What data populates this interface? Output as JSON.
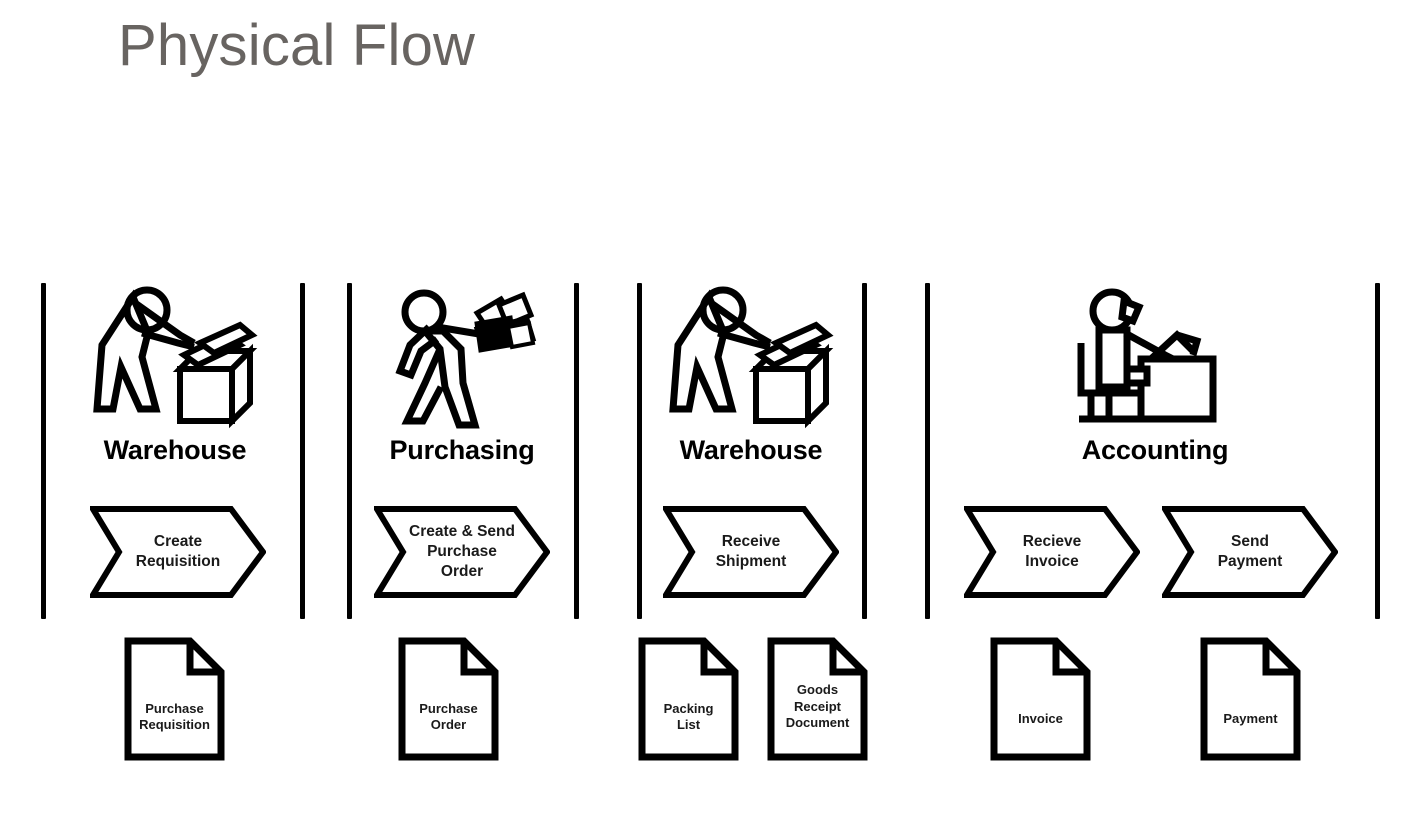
{
  "page": {
    "title": "Physical Flow",
    "title_color": "#686461",
    "background_color": "#ffffff",
    "stroke_color": "#000000"
  },
  "diagram": {
    "type": "swimlane-process-flow",
    "divider_count": 8,
    "lanes": [
      {
        "id": "warehouse-1",
        "label": "Warehouse",
        "icon": "worker-packing-box-icon",
        "steps": [
          {
            "id": "create-requisition",
            "lines": [
              "Create",
              "Requisition"
            ]
          }
        ],
        "documents": [
          {
            "id": "purchase-requisition",
            "lines": [
              "Purchase",
              "Requisition"
            ]
          }
        ]
      },
      {
        "id": "purchasing",
        "label": "Purchasing",
        "icon": "worker-carrying-papers-icon",
        "steps": [
          {
            "id": "create-send-purchase-order",
            "lines": [
              "Create & Send",
              "Purchase",
              "Order"
            ]
          }
        ],
        "documents": [
          {
            "id": "purchase-order",
            "lines": [
              "Purchase",
              "Order"
            ]
          }
        ]
      },
      {
        "id": "warehouse-2",
        "label": "Warehouse",
        "icon": "worker-packing-box-icon",
        "steps": [
          {
            "id": "receive-shipment",
            "lines": [
              "Receive",
              "Shipment"
            ]
          }
        ],
        "documents": [
          {
            "id": "packing-list",
            "lines": [
              "Packing",
              "List"
            ]
          },
          {
            "id": "goods-receipt-document",
            "lines": [
              "Goods",
              "Receipt",
              "Document"
            ]
          }
        ]
      },
      {
        "id": "accounting",
        "label": "Accounting",
        "icon": "clerk-at-desk-icon",
        "steps": [
          {
            "id": "recieve-invoice",
            "lines": [
              "Recieve",
              "Invoice"
            ]
          },
          {
            "id": "send-payment",
            "lines": [
              "Send",
              "Payment"
            ]
          }
        ],
        "documents": [
          {
            "id": "invoice",
            "lines": [
              "Invoice"
            ]
          },
          {
            "id": "payment",
            "lines": [
              "Payment"
            ]
          }
        ]
      }
    ]
  }
}
